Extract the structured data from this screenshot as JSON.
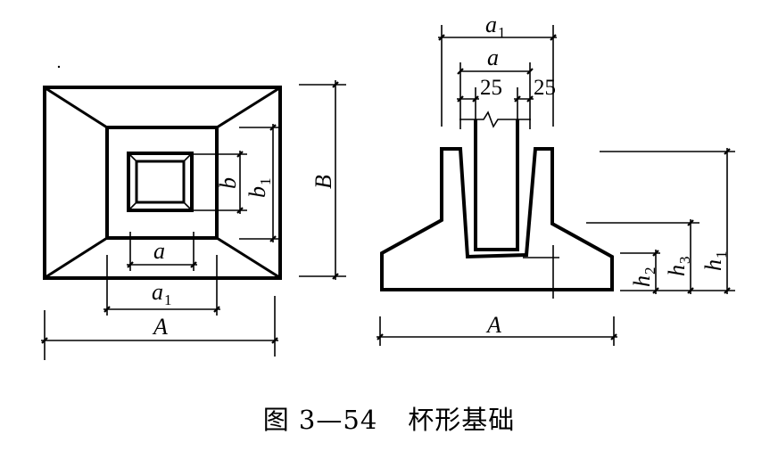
{
  "figure": {
    "caption_number": "图 3—54",
    "caption_title": "杯形基础"
  },
  "plan_view": {
    "labels": {
      "A": "A",
      "B": "B",
      "a": "a",
      "a1_main": "a",
      "a1_sub": "1",
      "b": "b",
      "b1_main": "b",
      "b1_sub": "1"
    }
  },
  "section_view": {
    "labels": {
      "a1_main": "a",
      "a1_sub": "1",
      "a": "a",
      "gap_left": "25",
      "gap_right": "25",
      "A": "A",
      "h1_main": "h",
      "h1_sub": "1",
      "h2_main": "h",
      "h2_sub": "2",
      "h3_main": "h",
      "h3_sub": "3"
    }
  }
}
